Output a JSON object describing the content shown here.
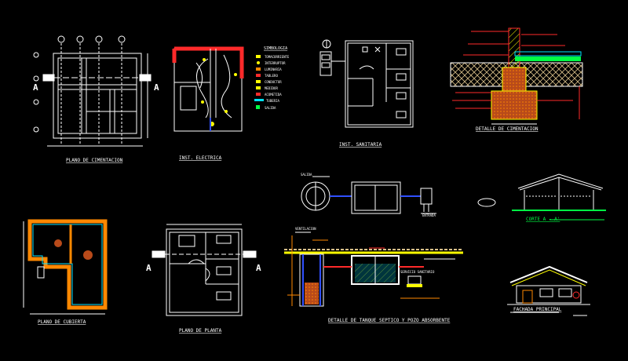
{
  "sheet": {
    "background": "#000000",
    "colors": {
      "line": "#ffffff",
      "red": "#ff2a2a",
      "yellow": "#ffff00",
      "green": "#00ff44",
      "orange": "#ff8800",
      "cyan": "#00e5ff",
      "blue": "#3050ff",
      "brown": "#b84a1a",
      "wood": "#d9c08a"
    },
    "section_marks": [
      "A",
      "A",
      "A",
      "A"
    ]
  },
  "legend": {
    "title": "SIMBOLOGIA",
    "items": [
      "TOMACORRIENTE",
      "INTERRUPTOR",
      "LUMINARIA",
      "TABLERO",
      "CONDUCTOR",
      "MEDIDOR",
      "ACOMETIDA",
      "TUBERIA",
      "SALIDA"
    ]
  },
  "labels": {
    "plano_cimentacion": "PLANO DE CIMENTACION",
    "inst_electrica": "INST. ELECTRICA",
    "inst_sanitaria": "INST. SANITARIA",
    "detalle_cimentacion": "DETALLE DE CIMENTACION",
    "plano_cubierta": "PLANO DE CUBIERTA",
    "plano_planta": "PLANO DE PLANTA",
    "detalle_tanque": "DETALLE DE TANQUE SEPTICO Y POZO ABSORBENTE",
    "corte": "CORTE A - A'",
    "fachada": "FACHADA PRINCIPAL",
    "servicio": "SERVICIO SANITARIO",
    "ventilacion": "VENTILACION",
    "salida": "SALIDA",
    "entrada": "ENTRADA"
  }
}
